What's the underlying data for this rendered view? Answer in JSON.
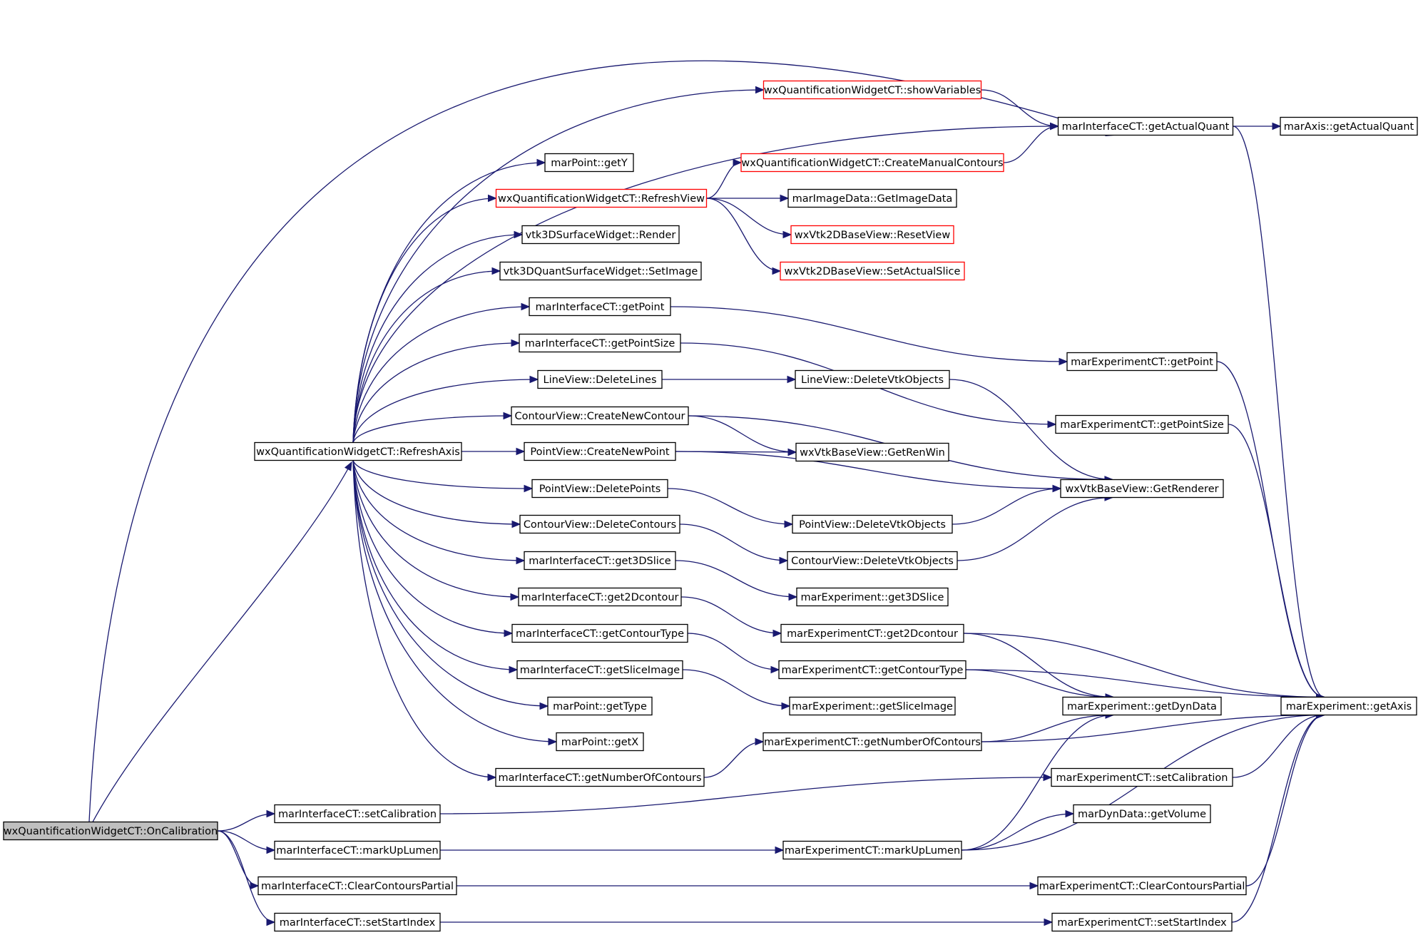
{
  "diagram": {
    "nodes": [
      {
        "id": "onCalibration",
        "label": "wxQuantificationWidgetCT::OnCalibration",
        "style": "gray"
      },
      {
        "id": "refreshAxis",
        "label": "wxQuantificationWidgetCT::RefreshAxis",
        "style": "normal"
      },
      {
        "id": "showVariables",
        "label": "wxQuantificationWidgetCT::showVariables",
        "style": "red"
      },
      {
        "id": "getActualQuant",
        "label": "marInterfaceCT::getActualQuant",
        "style": "normal"
      },
      {
        "id": "axisGetActualQuant",
        "label": "marAxis::getActualQuant",
        "style": "normal"
      },
      {
        "id": "getY",
        "label": "marPoint::getY",
        "style": "normal"
      },
      {
        "id": "createManualContours",
        "label": "wxQuantificationWidgetCT::CreateManualContours",
        "style": "red"
      },
      {
        "id": "refreshView",
        "label": "wxQuantificationWidgetCT::RefreshView",
        "style": "red"
      },
      {
        "id": "getImageData",
        "label": "marImageData::GetImageData",
        "style": "normal"
      },
      {
        "id": "resetView",
        "label": "wxVtk2DBaseView::ResetView",
        "style": "red"
      },
      {
        "id": "setActualSlice",
        "label": "wxVtk2DBaseView::SetActualSlice",
        "style": "red"
      },
      {
        "id": "render",
        "label": "vtk3DSurfaceWidget::Render",
        "style": "normal"
      },
      {
        "id": "setImage",
        "label": "vtk3DQuantSurfaceWidget::SetImage",
        "style": "normal"
      },
      {
        "id": "ifGetPoint",
        "label": "marInterfaceCT::getPoint",
        "style": "normal"
      },
      {
        "id": "ifGetPointSize",
        "label": "marInterfaceCT::getPointSize",
        "style": "normal"
      },
      {
        "id": "expGetPoint",
        "label": "marExperimentCT::getPoint",
        "style": "normal"
      },
      {
        "id": "deleteLines",
        "label": "LineView::DeleteLines",
        "style": "normal"
      },
      {
        "id": "lineDeleteVtk",
        "label": "LineView::DeleteVtkObjects",
        "style": "normal"
      },
      {
        "id": "expGetPointSize",
        "label": "marExperimentCT::getPointSize",
        "style": "normal"
      },
      {
        "id": "createNewContour",
        "label": "ContourView::CreateNewContour",
        "style": "normal"
      },
      {
        "id": "createNewPoint",
        "label": "PointView::CreateNewPoint",
        "style": "normal"
      },
      {
        "id": "getRenWin",
        "label": "wxVtkBaseView::GetRenWin",
        "style": "normal"
      },
      {
        "id": "getRenderer",
        "label": "wxVtkBaseView::GetRenderer",
        "style": "normal"
      },
      {
        "id": "deletePoints",
        "label": "PointView::DeletePoints",
        "style": "normal"
      },
      {
        "id": "deleteContours",
        "label": "ContourView::DeleteContours",
        "style": "normal"
      },
      {
        "id": "pointDeleteVtk",
        "label": "PointView::DeleteVtkObjects",
        "style": "normal"
      },
      {
        "id": "contourDeleteVtk",
        "label": "ContourView::DeleteVtkObjects",
        "style": "normal"
      },
      {
        "id": "ifGet3DSlice",
        "label": "marInterfaceCT::get3DSlice",
        "style": "normal"
      },
      {
        "id": "expGet3DSlice",
        "label": "marExperiment::get3DSlice",
        "style": "normal"
      },
      {
        "id": "ifGet2Dcontour",
        "label": "marInterfaceCT::get2Dcontour",
        "style": "normal"
      },
      {
        "id": "expGet2Dcontour",
        "label": "marExperimentCT::get2Dcontour",
        "style": "normal"
      },
      {
        "id": "ifGetContourType",
        "label": "marInterfaceCT::getContourType",
        "style": "normal"
      },
      {
        "id": "expGetContourType",
        "label": "marExperimentCT::getContourType",
        "style": "normal"
      },
      {
        "id": "ifGetSliceImage",
        "label": "marInterfaceCT::getSliceImage",
        "style": "normal"
      },
      {
        "id": "expGetSliceImage",
        "label": "marExperiment::getSliceImage",
        "style": "normal"
      },
      {
        "id": "getDynData",
        "label": "marExperiment::getDynData",
        "style": "normal"
      },
      {
        "id": "getAxis",
        "label": "marExperiment::getAxis",
        "style": "normal"
      },
      {
        "id": "getType",
        "label": "marPoint::getType",
        "style": "normal"
      },
      {
        "id": "getX",
        "label": "marPoint::getX",
        "style": "normal"
      },
      {
        "id": "expGetNumberOfContours",
        "label": "marExperimentCT::getNumberOfContours",
        "style": "normal"
      },
      {
        "id": "ifGetNumberOfContours",
        "label": "marInterfaceCT::getNumberOfContours",
        "style": "normal"
      },
      {
        "id": "expSetCalibration",
        "label": "marExperimentCT::setCalibration",
        "style": "normal"
      },
      {
        "id": "ifSetCalibration",
        "label": "marInterfaceCT::setCalibration",
        "style": "normal"
      },
      {
        "id": "getVolume",
        "label": "marDynData::getVolume",
        "style": "normal"
      },
      {
        "id": "ifMarkUpLumen",
        "label": "marInterfaceCT::markUpLumen",
        "style": "normal"
      },
      {
        "id": "expMarkUpLumen",
        "label": "marExperimentCT::markUpLumen",
        "style": "normal"
      },
      {
        "id": "ifClearContoursPartial",
        "label": "marInterfaceCT::ClearContoursPartial",
        "style": "normal"
      },
      {
        "id": "expClearContoursPartial",
        "label": "marExperimentCT::ClearContoursPartial",
        "style": "normal"
      },
      {
        "id": "ifSetStartIndex",
        "label": "marInterfaceCT::setStartIndex",
        "style": "normal"
      },
      {
        "id": "expSetStartIndex",
        "label": "marExperimentCT::setStartIndex",
        "style": "normal"
      }
    ],
    "edges": [
      [
        "onCalibration",
        "refreshAxis"
      ],
      [
        "onCalibration",
        "getActualQuant"
      ],
      [
        "onCalibration",
        "ifSetCalibration"
      ],
      [
        "onCalibration",
        "ifMarkUpLumen"
      ],
      [
        "onCalibration",
        "ifClearContoursPartial"
      ],
      [
        "onCalibration",
        "ifSetStartIndex"
      ],
      [
        "refreshAxis",
        "showVariables"
      ],
      [
        "refreshAxis",
        "getActualQuant"
      ],
      [
        "refreshAxis",
        "getY"
      ],
      [
        "refreshAxis",
        "refreshView"
      ],
      [
        "refreshAxis",
        "render"
      ],
      [
        "refreshAxis",
        "setImage"
      ],
      [
        "refreshAxis",
        "ifGetPoint"
      ],
      [
        "refreshAxis",
        "ifGetPointSize"
      ],
      [
        "refreshAxis",
        "deleteLines"
      ],
      [
        "refreshAxis",
        "createNewContour"
      ],
      [
        "refreshAxis",
        "createNewPoint"
      ],
      [
        "refreshAxis",
        "deletePoints"
      ],
      [
        "refreshAxis",
        "deleteContours"
      ],
      [
        "refreshAxis",
        "ifGet3DSlice"
      ],
      [
        "refreshAxis",
        "ifGet2Dcontour"
      ],
      [
        "refreshAxis",
        "ifGetContourType"
      ],
      [
        "refreshAxis",
        "ifGetSliceImage"
      ],
      [
        "refreshAxis",
        "getType"
      ],
      [
        "refreshAxis",
        "getX"
      ],
      [
        "refreshAxis",
        "ifGetNumberOfContours"
      ],
      [
        "showVariables",
        "getActualQuant"
      ],
      [
        "getActualQuant",
        "axisGetActualQuant"
      ],
      [
        "getActualQuant",
        "getAxis"
      ],
      [
        "createManualContours",
        "getActualQuant"
      ],
      [
        "refreshView",
        "createManualContours"
      ],
      [
        "refreshView",
        "getImageData"
      ],
      [
        "refreshView",
        "resetView"
      ],
      [
        "refreshView",
        "setActualSlice"
      ],
      [
        "ifGetPoint",
        "expGetPoint"
      ],
      [
        "ifGetPointSize",
        "expGetPointSize"
      ],
      [
        "expGetPoint",
        "getAxis"
      ],
      [
        "deleteLines",
        "lineDeleteVtk"
      ],
      [
        "lineDeleteVtk",
        "getRenderer"
      ],
      [
        "expGetPointSize",
        "getAxis"
      ],
      [
        "createNewContour",
        "getRenWin"
      ],
      [
        "createNewContour",
        "getRenderer"
      ],
      [
        "createNewPoint",
        "getRenWin"
      ],
      [
        "createNewPoint",
        "getRenderer"
      ],
      [
        "deletePoints",
        "pointDeleteVtk"
      ],
      [
        "deleteContours",
        "contourDeleteVtk"
      ],
      [
        "pointDeleteVtk",
        "getRenderer"
      ],
      [
        "contourDeleteVtk",
        "getRenderer"
      ],
      [
        "ifGet3DSlice",
        "expGet3DSlice"
      ],
      [
        "ifGet2Dcontour",
        "expGet2Dcontour"
      ],
      [
        "ifGetContourType",
        "expGetContourType"
      ],
      [
        "ifGetSliceImage",
        "expGetSliceImage"
      ],
      [
        "expGet2Dcontour",
        "getDynData"
      ],
      [
        "expGet2Dcontour",
        "getAxis"
      ],
      [
        "expGetContourType",
        "getDynData"
      ],
      [
        "expGetContourType",
        "getAxis"
      ],
      [
        "ifGetNumberOfContours",
        "expGetNumberOfContours"
      ],
      [
        "expGetNumberOfContours",
        "getDynData"
      ],
      [
        "expGetNumberOfContours",
        "getAxis"
      ],
      [
        "ifSetCalibration",
        "expSetCalibration"
      ],
      [
        "expSetCalibration",
        "getAxis"
      ],
      [
        "ifMarkUpLumen",
        "expMarkUpLumen"
      ],
      [
        "expMarkUpLumen",
        "getDynData"
      ],
      [
        "expMarkUpLumen",
        "getVolume"
      ],
      [
        "expMarkUpLumen",
        "getAxis"
      ],
      [
        "ifClearContoursPartial",
        "expClearContoursPartial"
      ],
      [
        "expClearContoursPartial",
        "getAxis"
      ],
      [
        "ifSetStartIndex",
        "expSetStartIndex"
      ],
      [
        "expSetStartIndex",
        "getAxis"
      ]
    ]
  }
}
